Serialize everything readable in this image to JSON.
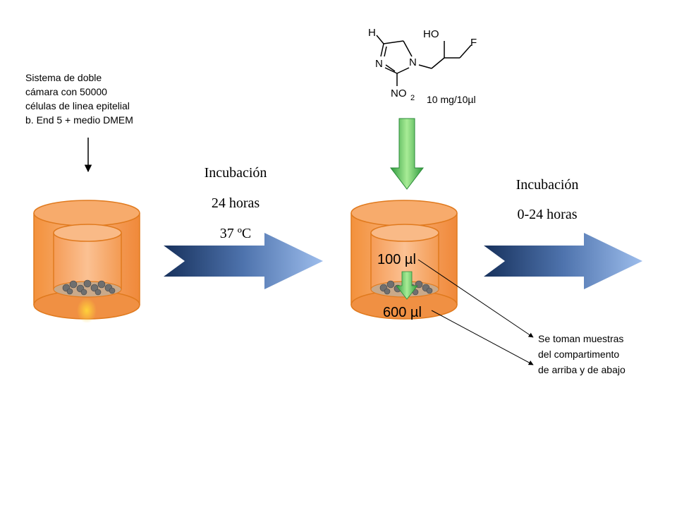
{
  "left_note": {
    "lines": [
      "Sistema de doble",
      "cámara con 50000",
      "células de linea epitelial",
      "b. End 5 + medio DMEM"
    ]
  },
  "step1": {
    "line1": "Incubación",
    "line2": "24 horas",
    "line3": "37 ºC"
  },
  "step2": {
    "line1": "Incubación",
    "line2": "0-24 horas"
  },
  "molecule": {
    "atom_h": "H",
    "atom_n1": "N",
    "atom_n2": "N",
    "atom_ho": "HO",
    "atom_f": "F",
    "atom_no": "NO",
    "atom_no_sub": "2",
    "dose": "10 mg/10µl"
  },
  "chamber2": {
    "upper_volume": "100 µl",
    "lower_volume": "600 µl"
  },
  "sampling_note": {
    "lines": [
      "Se toman muestras",
      "del compartimento",
      "de arriba y de abajo"
    ]
  },
  "colors": {
    "chamber_fill": "#f5a25c",
    "chamber_edge": "#e07a1e",
    "arrow_dark": "#1b3561",
    "arrow_light": "#8fb1e3",
    "green_light": "#9be38a",
    "green_dark": "#2f9b3f"
  }
}
